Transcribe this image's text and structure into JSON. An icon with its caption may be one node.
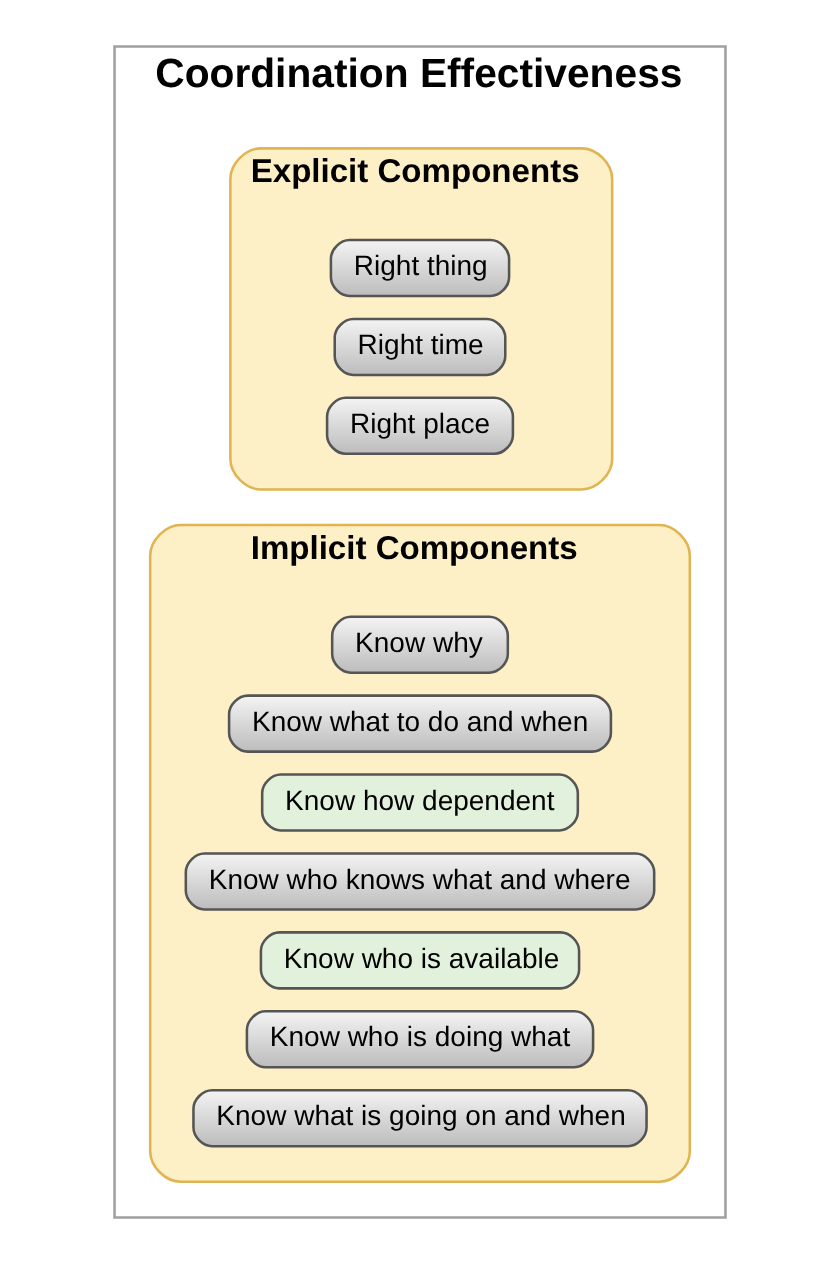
{
  "diagram": {
    "nodes": [
      {
        "text": [
          "Coordination Effectiveness"
        ]
      },
      {
        "text": [
          "Explicit Components"
        ],
        "in": 0
      },
      {
        "text": [
          "Right thing"
        ],
        "in": 1
      },
      {
        "text": [
          "Right time"
        ],
        "in": 1
      },
      {
        "text": [
          "Right place"
        ],
        "in": 1
      },
      {
        "text": [
          "Implicit Components"
        ],
        "in": 0
      },
      {
        "text": [
          "Know why"
        ],
        "in": 5
      },
      {
        "text": [
          "Know what to do and when"
        ],
        "in": 5
      },
      {
        "text": [
          "Know how dependent"
        ],
        "in": 5
      },
      {
        "text": [
          "Know who knows what and where"
        ],
        "in": 5
      },
      {
        "text": [
          "Know who is available"
        ],
        "in": 5
      },
      {
        "text": [
          "Know who is doing what"
        ],
        "in": 5
      },
      {
        "text": [
          "Know what is going on and when"
        ],
        "in": 5
      }
    ]
  }
}
